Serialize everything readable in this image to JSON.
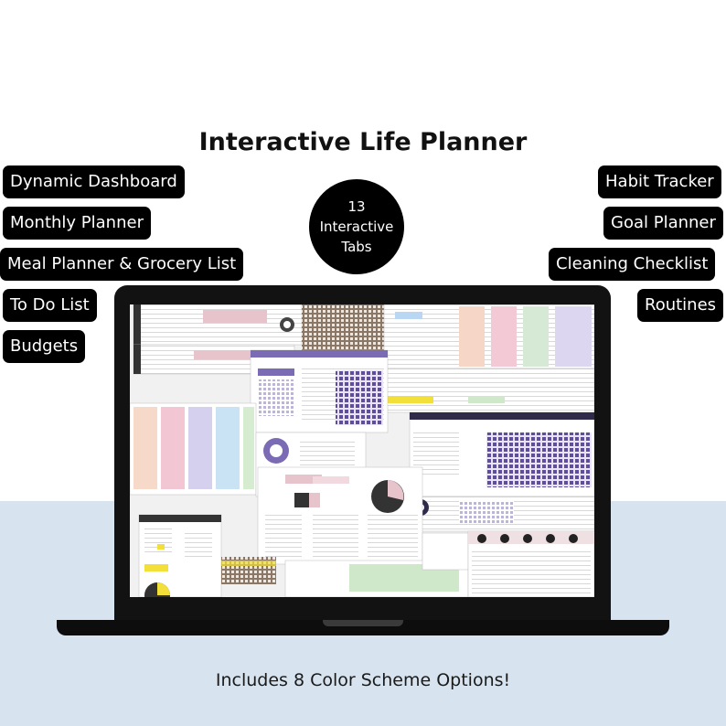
{
  "title": "Interactive Life Planner",
  "badge": {
    "count": "13",
    "line1": "Interactive",
    "line2": "Tabs"
  },
  "left_features": [
    "Dynamic Dashboard",
    "Monthly Planner",
    "Meal Planner & Grocery List",
    "To Do List",
    "Budgets"
  ],
  "right_features": [
    "Habit Tracker",
    "Goal Planner",
    "Cleaning Checklist",
    "Routines"
  ],
  "tagline": "Includes 8 Color Scheme Options!",
  "colors": {
    "pill_bg": "#000000",
    "pill_text": "#ffffff",
    "bottom_band": "#d7e4ef",
    "laptop": "#121212",
    "accent_purple": "#7b6bb5",
    "accent_pink": "#e7c3cc",
    "accent_brown": "#8a7766",
    "accent_green": "#cfe8c9",
    "accent_yellow": "#f2df3a"
  }
}
